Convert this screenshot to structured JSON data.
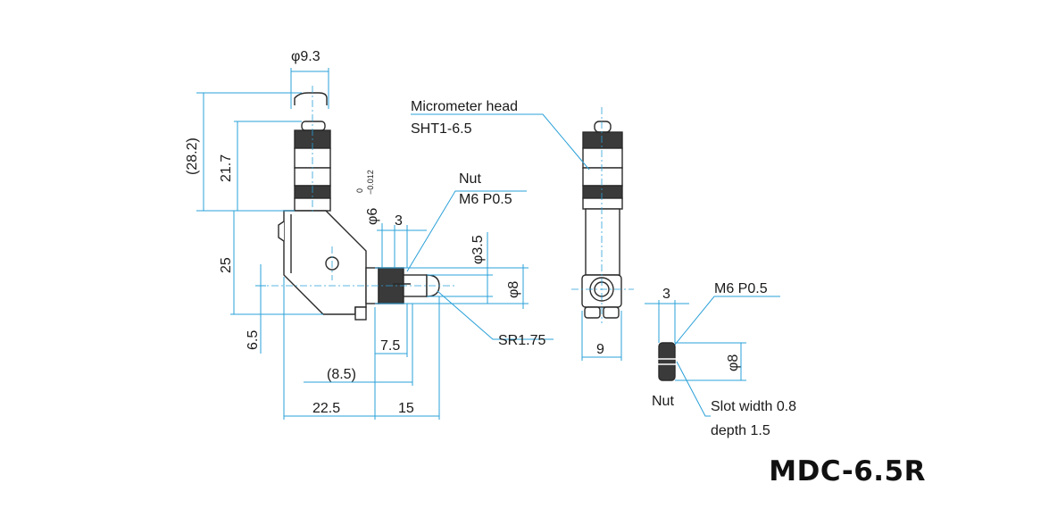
{
  "title": "MDC-6.5R",
  "colors": {
    "dimension": "#2aa0d8",
    "outline": "#2a2a2a",
    "text": "#1a1a1a"
  },
  "dimensions": {
    "d_head": "φ9.3",
    "h_total": "(28.2)",
    "h_head": "21.7",
    "h_body": "25",
    "h_low": "6.5",
    "d_spindle": "φ6",
    "tol_upper": "0",
    "tol_lower": "−0.012",
    "w_nut": "3",
    "d_tip": "φ3.5",
    "d_pin": "φ8",
    "radius_tip": "SR1.75",
    "w_75": "7.5",
    "w_85": "(8.5)",
    "w_225": "22.5",
    "w_15": "15",
    "w_side": "9",
    "nut_w": "3",
    "nut_d": "φ8"
  },
  "callouts": {
    "micrometer": "Micrometer head",
    "micrometer_model": "SHT1-6.5",
    "nut": "Nut",
    "nut_thread": "M6 P0.5",
    "nut2_thread": "M6 P0.5",
    "nut_label": "Nut",
    "slot": "Slot width 0.8",
    "slot_depth": "depth 1.5"
  }
}
